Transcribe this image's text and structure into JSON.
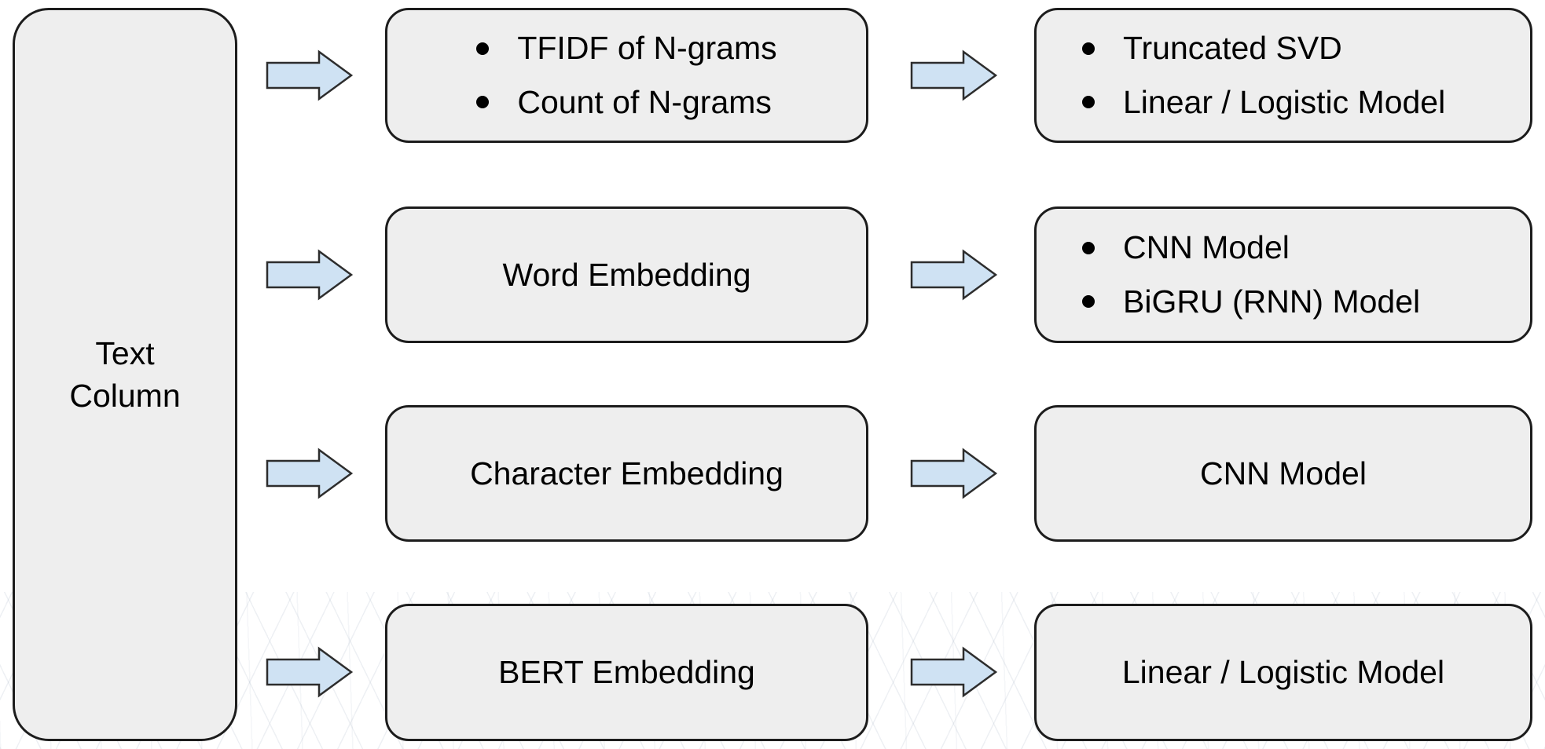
{
  "colors": {
    "box_fill": "#eeeeee",
    "box_border": "#1c1c1c",
    "arrow_fill": "#cfe2f3",
    "arrow_border": "#2d2d2d",
    "bullet": "#000000"
  },
  "diagram": {
    "source_label": "Text\nColumn",
    "rows": [
      {
        "feature": {
          "items": [
            "TFIDF of N-grams",
            "Count of N-grams"
          ]
        },
        "model": {
          "items": [
            "Truncated SVD",
            "Linear / Logistic Model"
          ]
        }
      },
      {
        "feature": {
          "label": "Word Embedding"
        },
        "model": {
          "items": [
            "CNN Model",
            "BiGRU (RNN) Model"
          ]
        }
      },
      {
        "feature": {
          "label": "Character Embedding"
        },
        "model": {
          "label": "CNN Model"
        }
      },
      {
        "feature": {
          "label": "BERT Embedding"
        },
        "model": {
          "label": "Linear / Logistic Model"
        }
      }
    ]
  }
}
